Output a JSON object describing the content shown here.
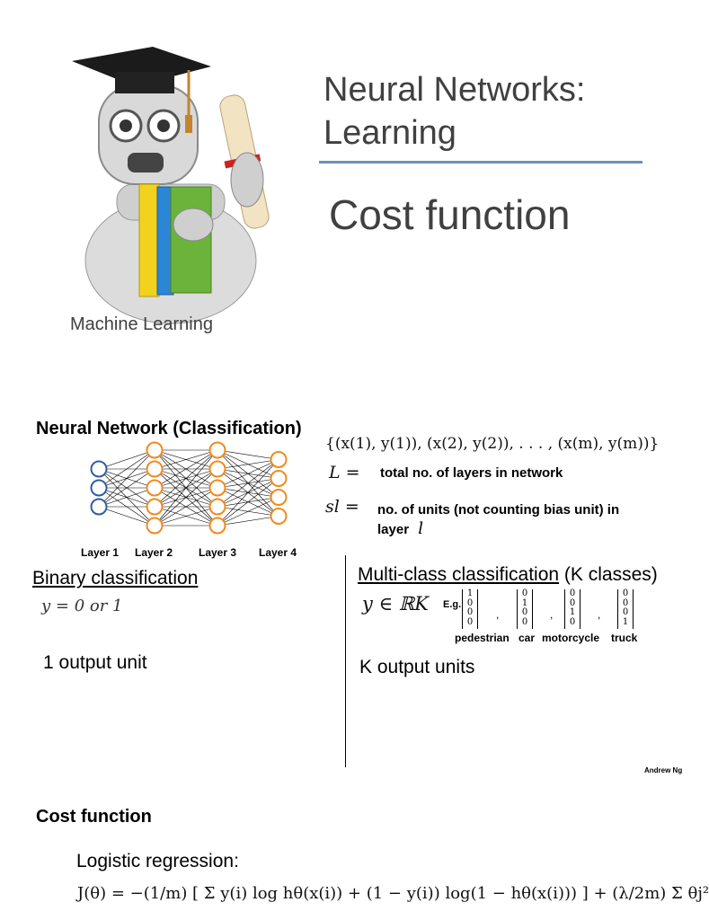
{
  "slide1": {
    "title": "Neural Networks: Learning",
    "title_line1": "Neural Networks:",
    "title_line2": "Learning",
    "subtitle": "Cost function",
    "course": "Machine Learning",
    "rule_color": "#6f8fb8"
  },
  "slide2": {
    "title": "Neural Network (Classification)",
    "training_set": "{(x(1), y(1)), (x(2), y(2)), . . . , (x(m), y(m))}",
    "L_symbol": "L =",
    "L_definition": "total no. of layers in network",
    "s_symbol": "sl =",
    "s_definition_line1": "no. of units (not counting bias unit) in",
    "s_definition_line2": "layer",
    "s_definition_var": "l",
    "layers": [
      {
        "label": "Layer 1",
        "units": 3
      },
      {
        "label": "Layer 2",
        "units": 5
      },
      {
        "label": "Layer 3",
        "units": 5
      },
      {
        "label": "Layer 4",
        "units": 4
      }
    ],
    "input_color": "#2e5fa0",
    "hidden_color": "#f08a1c",
    "binary": {
      "title": "Binary classification",
      "equation": "y = 0 or 1",
      "output": "1 output unit"
    },
    "multi": {
      "title_underlined": "Multi-class classification",
      "title_rest": " (K classes)",
      "equation": "y ∈ ℝK",
      "eg": "E.g.",
      "vectors": [
        {
          "values": [
            "1",
            "0",
            "0",
            "0"
          ],
          "label": "pedestrian"
        },
        {
          "values": [
            "0",
            "1",
            "0",
            "0"
          ],
          "label": "car"
        },
        {
          "values": [
            "0",
            "0",
            "1",
            "0"
          ],
          "label": "motorcycle"
        },
        {
          "values": [
            "0",
            "0",
            "0",
            "1"
          ],
          "label": "truck"
        }
      ],
      "output": "K output units"
    },
    "author": "Andrew Ng"
  },
  "slide3": {
    "title": "Cost function",
    "lr_label": "Logistic regression:",
    "lr_equation": "J(θ) = −(1/m) [ Σ y(i) log hθ(x(i)) + (1 − y(i)) log(1 − hθ(x(i))) ] + (λ/2m) Σ θj²"
  },
  "icons": {
    "mascot": "robot-graduate-illustration"
  }
}
